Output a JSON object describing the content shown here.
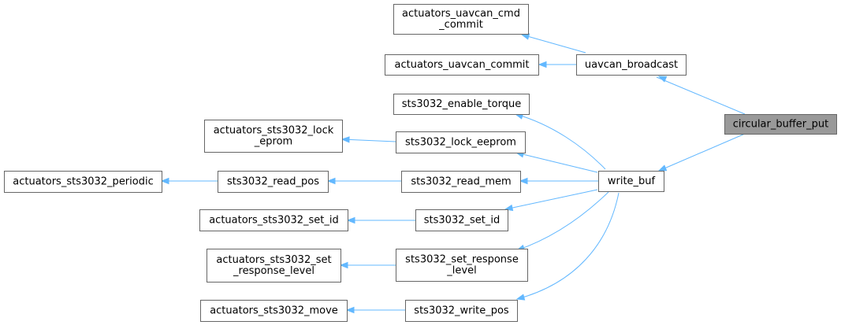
{
  "nodes": [
    {
      "id": "circular_buffer_put",
      "lines": [
        "circular_buffer_put"
      ],
      "focus": true
    },
    {
      "id": "uavcan_broadcast",
      "lines": [
        "uavcan_broadcast"
      ]
    },
    {
      "id": "write_buf",
      "lines": [
        "write_buf"
      ]
    },
    {
      "id": "actuators_uavcan_cmd_commit",
      "lines": [
        "actuators_uavcan_cmd",
        "_commit"
      ]
    },
    {
      "id": "actuators_uavcan_commit",
      "lines": [
        "actuators_uavcan_commit"
      ]
    },
    {
      "id": "sts3032_enable_torque",
      "lines": [
        "sts3032_enable_torque"
      ]
    },
    {
      "id": "sts3032_lock_eeprom",
      "lines": [
        "sts3032_lock_eeprom"
      ]
    },
    {
      "id": "sts3032_read_mem",
      "lines": [
        "sts3032_read_mem"
      ]
    },
    {
      "id": "sts3032_set_id",
      "lines": [
        "sts3032_set_id"
      ]
    },
    {
      "id": "sts3032_set_response_level",
      "lines": [
        "sts3032_set_response",
        "_level"
      ]
    },
    {
      "id": "sts3032_write_pos",
      "lines": [
        "sts3032_write_pos"
      ]
    },
    {
      "id": "actuators_sts3032_lock_eprom",
      "lines": [
        "actuators_sts3032_lock",
        "_eprom"
      ]
    },
    {
      "id": "sts3032_read_pos",
      "lines": [
        "sts3032_read_pos"
      ]
    },
    {
      "id": "actuators_sts3032_periodic",
      "lines": [
        "actuators_sts3032_periodic"
      ]
    },
    {
      "id": "actuators_sts3032_set_id",
      "lines": [
        "actuators_sts3032_set_id"
      ]
    },
    {
      "id": "actuators_sts3032_set_response_level",
      "lines": [
        "actuators_sts3032_set",
        "_response_level"
      ]
    },
    {
      "id": "actuators_sts3032_move",
      "lines": [
        "actuators_sts3032_move"
      ]
    }
  ],
  "edges": [
    {
      "from": "circular_buffer_put",
      "to": "uavcan_broadcast"
    },
    {
      "from": "circular_buffer_put",
      "to": "write_buf"
    },
    {
      "from": "uavcan_broadcast",
      "to": "actuators_uavcan_cmd_commit"
    },
    {
      "from": "uavcan_broadcast",
      "to": "actuators_uavcan_commit"
    },
    {
      "from": "write_buf",
      "to": "sts3032_enable_torque"
    },
    {
      "from": "write_buf",
      "to": "sts3032_lock_eeprom"
    },
    {
      "from": "write_buf",
      "to": "sts3032_read_mem"
    },
    {
      "from": "write_buf",
      "to": "sts3032_set_id"
    },
    {
      "from": "write_buf",
      "to": "sts3032_set_response_level"
    },
    {
      "from": "write_buf",
      "to": "sts3032_write_pos"
    },
    {
      "from": "sts3032_lock_eeprom",
      "to": "actuators_sts3032_lock_eprom"
    },
    {
      "from": "sts3032_read_mem",
      "to": "sts3032_read_pos"
    },
    {
      "from": "sts3032_read_pos",
      "to": "actuators_sts3032_periodic"
    },
    {
      "from": "sts3032_set_id",
      "to": "actuators_sts3032_set_id"
    },
    {
      "from": "sts3032_set_response_level",
      "to": "actuators_sts3032_set_response_level"
    },
    {
      "from": "sts3032_write_pos",
      "to": "actuators_sts3032_move"
    }
  ],
  "colors": {
    "edge": "#63b8ff",
    "node_border": "#666666",
    "focus_fill": "#999999",
    "node_fill": "#ffffff"
  }
}
